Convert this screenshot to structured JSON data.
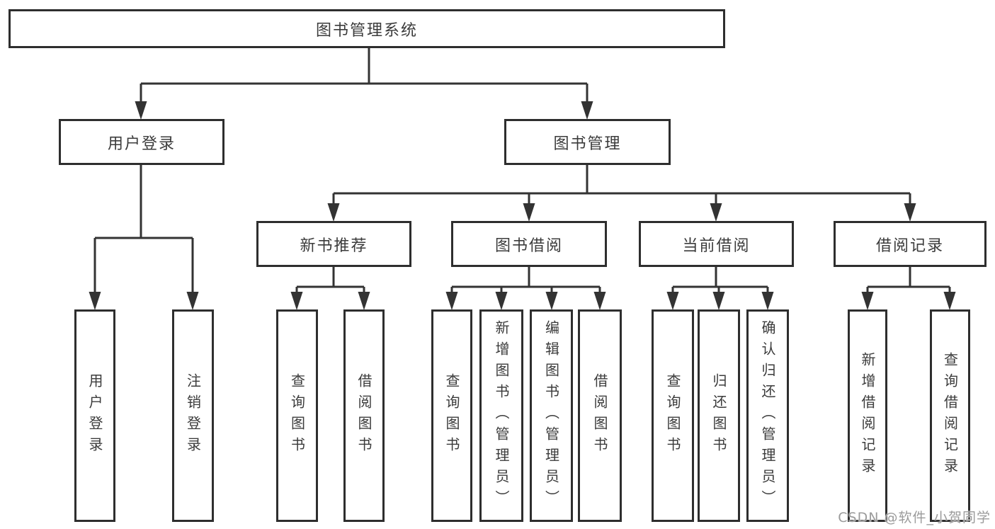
{
  "diagram": {
    "root": {
      "label": "图书管理系统",
      "children": [
        {
          "label": "用户登录",
          "children": [
            {
              "label": "用户登录"
            },
            {
              "label": "注销登录"
            }
          ]
        },
        {
          "label": "图书管理",
          "children": [
            {
              "label": "新书推荐",
              "children": [
                {
                  "label": "查询图书"
                },
                {
                  "label": "借阅图书"
                }
              ]
            },
            {
              "label": "图书借阅",
              "children": [
                {
                  "label": "查询图书"
                },
                {
                  "label": "新增图书（管理员）"
                },
                {
                  "label": "编辑图书（管理员）"
                },
                {
                  "label": "借阅图书"
                }
              ]
            },
            {
              "label": "当前借阅",
              "children": [
                {
                  "label": "查询图书"
                },
                {
                  "label": "归还图书"
                },
                {
                  "label": "确认归还（管理员）"
                }
              ]
            },
            {
              "label": "借阅记录",
              "children": [
                {
                  "label": "新增借阅记录"
                },
                {
                  "label": "查询借阅记录"
                }
              ]
            }
          ]
        }
      ]
    },
    "line_color": "#333333",
    "box_border_color": "#2e2e2e"
  },
  "watermark": {
    "text": "CSDN @软件_小贺同学"
  }
}
